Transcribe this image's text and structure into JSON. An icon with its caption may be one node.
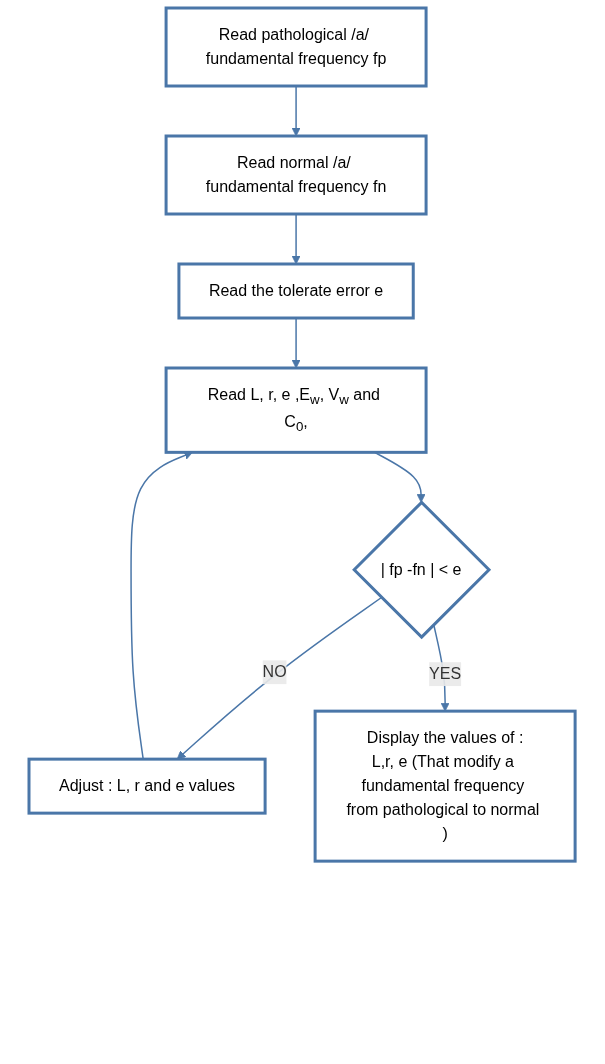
{
  "diagram": {
    "nodes": [
      {
        "text": [
          "Read pathological /a/ fundamental frequency fp"
        ]
      },
      {
        "text": [
          "Read normal /a/ fundamental frequency fn"
        ]
      },
      {
        "text": [
          "Read the tolerate error e"
        ]
      },
      {
        "text": [
          "Read L, r, e ,E$_{w}$, V$_{w}$ and C$_{0}$,"
        ]
      },
      {
        "text": [
          "| fp -fn | < e"
        ]
      },
      {
        "text": [
          "Adjust : L, r and e values"
        ]
      },
      {
        "text": [
          "Display the values of :",
          "L,r, e (That modify a fundamental frequency from pathological to normal )"
        ]
      }
    ],
    "edges": [
      {
        "from": 0,
        "to": 1,
        "arrow": "to"
      },
      {
        "from": 1,
        "to": 2,
        "arrow": "to"
      },
      {
        "from": 2,
        "to": 3,
        "arrow": "to"
      },
      {
        "from": 3,
        "to": 4,
        "arrow": "to"
      },
      {
        "from": 4,
        "to": 5,
        "arrow": "to",
        "label": "NO"
      },
      {
        "from": 5,
        "to": 3,
        "arrow": "to"
      },
      {
        "from": 4,
        "to": 6,
        "arrow": "to",
        "label": "YES"
      }
    ]
  }
}
